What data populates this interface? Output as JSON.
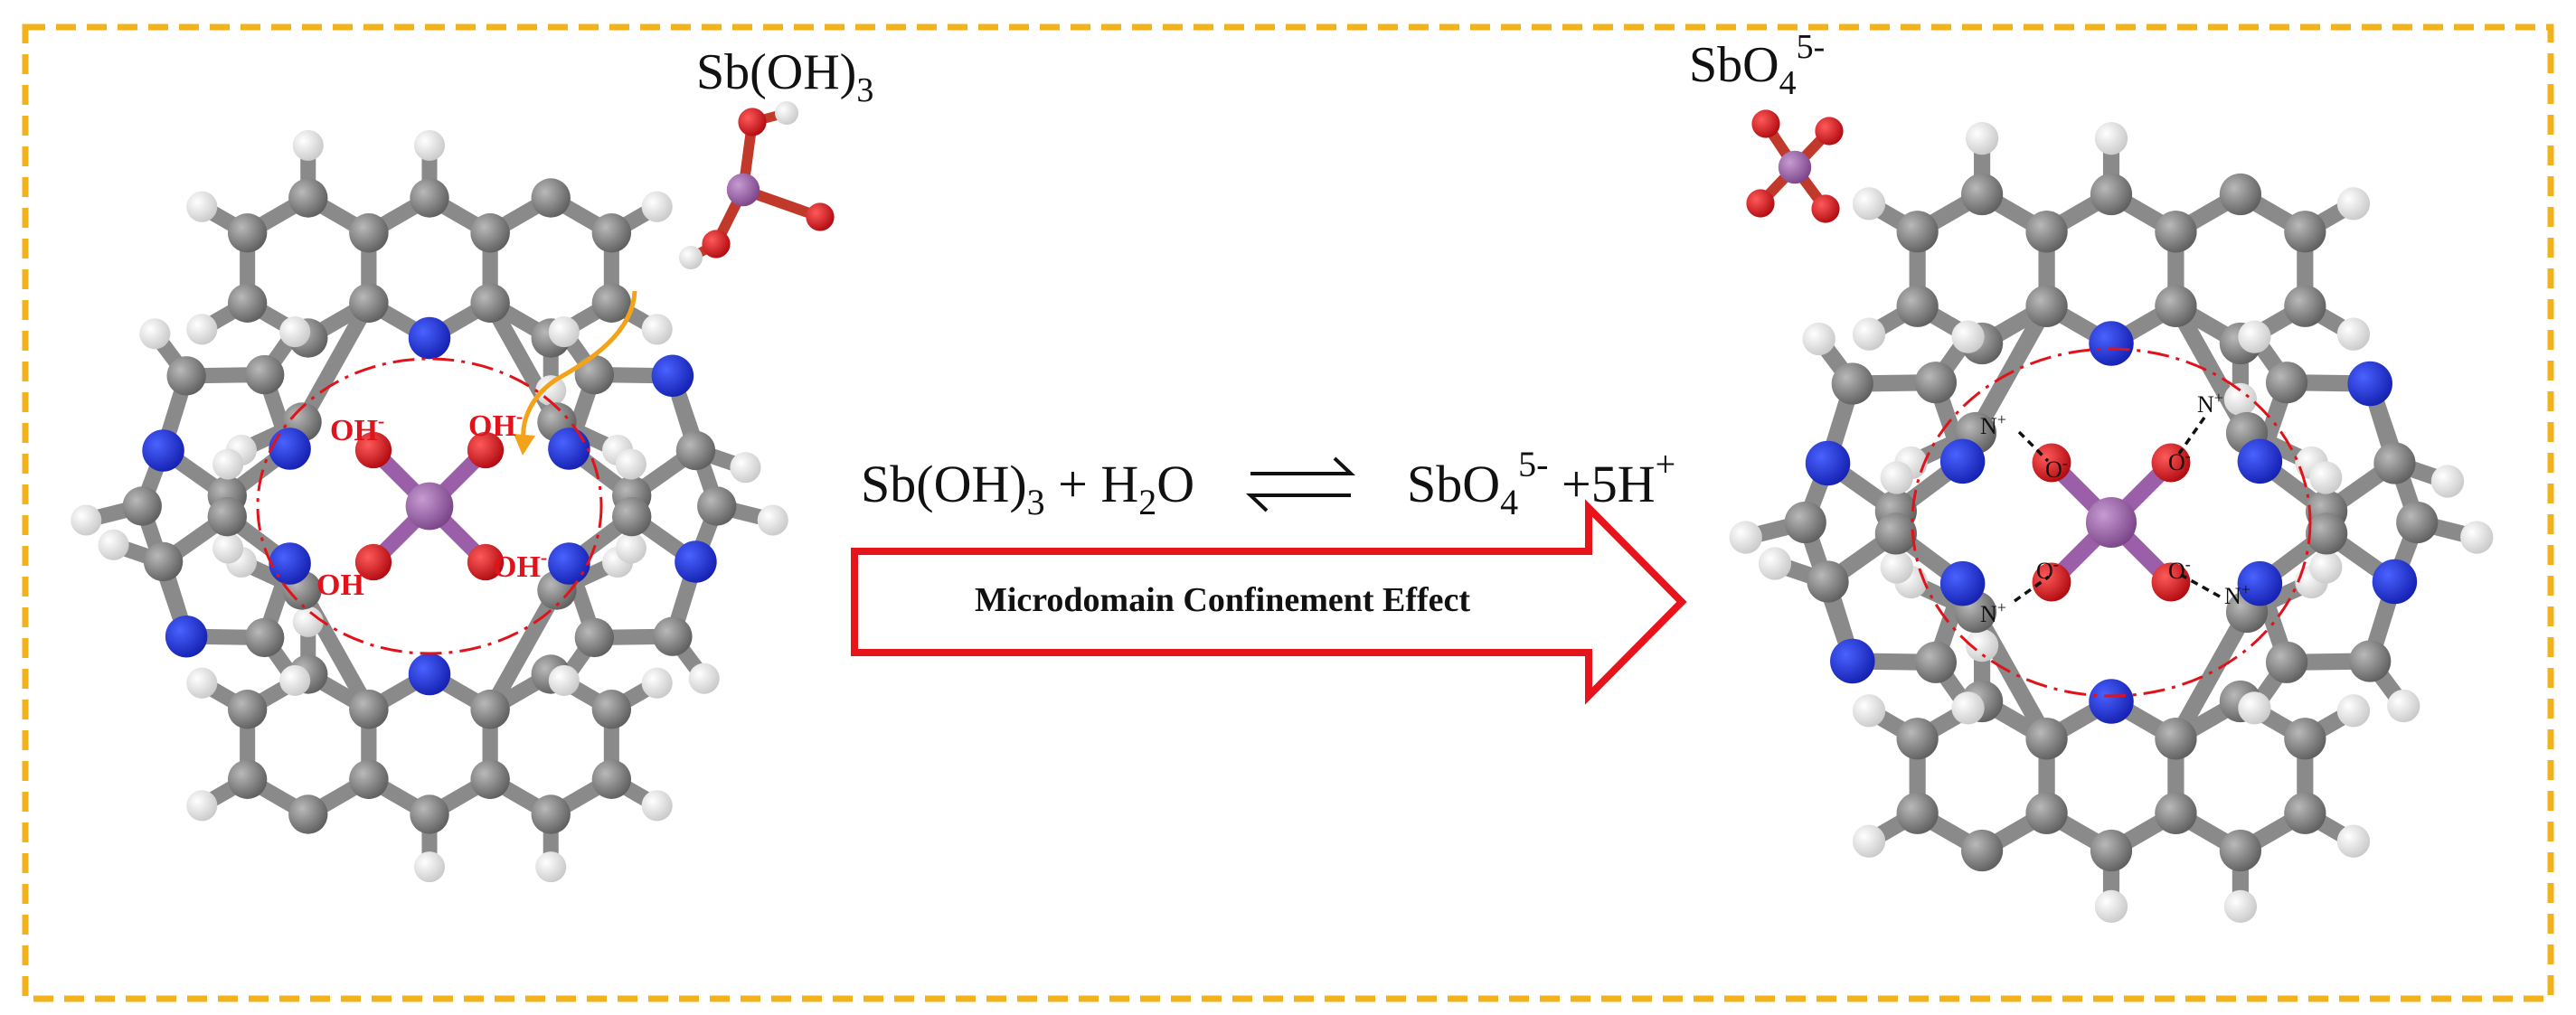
{
  "colors": {
    "border": "#f2b21c",
    "carbon": "#7d7d7d",
    "hydrogen": "#f4f4f4",
    "nitrogen": "#1d2fe0",
    "oxygen": "#e0131b",
    "antimony": "#9b5ea8",
    "arrow": "#e8141c",
    "confinement_circle": "#e0131b",
    "bond": "#8a8a8a"
  },
  "left_panel": {
    "reactant_label": "Sb(OH)",
    "reactant_sub": "3",
    "hydroxide_labels": [
      "OH",
      "OH",
      "OH",
      "OH"
    ],
    "hydroxide_charge": "-"
  },
  "equation": {
    "lhs_a": "Sb(OH)",
    "lhs_a_sub": "3",
    "plus": " + H",
    "lhs_b_sub": "2",
    "lhs_b_tail": "O",
    "rhs_a": "SbO",
    "rhs_a_sub": "4",
    "rhs_a_sup": "5-",
    "rhs_b": " +5H",
    "rhs_b_sup": "+"
  },
  "arrow_label": "Microdomain Confinement Effect",
  "right_panel": {
    "product_label": "SbO",
    "product_sub": "4",
    "product_sup": "5-",
    "n_plus_label": "N",
    "n_plus_charge": "+",
    "o_minus_label": "O",
    "o_minus_charge": "-"
  }
}
